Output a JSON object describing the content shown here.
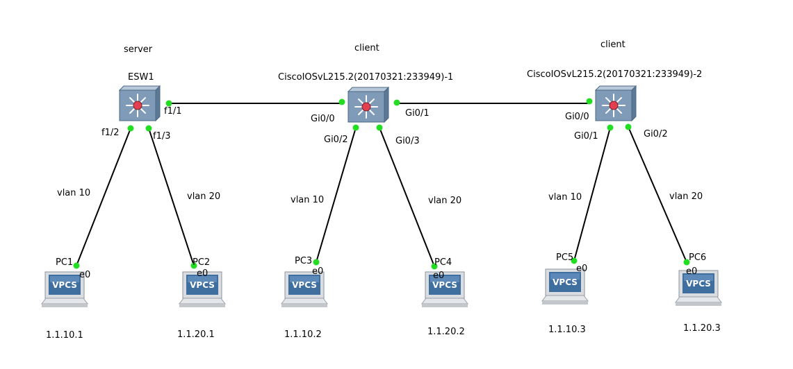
{
  "switches": [
    {
      "id": "sw1",
      "role": "server",
      "name": "ESW1"
    },
    {
      "id": "sw2",
      "role": "client",
      "name": "CiscoIOSvL215.2(20170321:233949)-1"
    },
    {
      "id": "sw3",
      "role": "client",
      "name": "CiscoIOSvL215.2(20170321:233949)-2"
    }
  ],
  "pcs": [
    {
      "id": "pc1",
      "name": "PC1",
      "port": "e0",
      "ip": "1.1.10.1",
      "badge": "VPCS"
    },
    {
      "id": "pc2",
      "name": "PC2",
      "port": "e0",
      "ip": "1.1.20.1",
      "badge": "VPCS"
    },
    {
      "id": "pc3",
      "name": "PC3",
      "port": "e0",
      "ip": "1.1.10.2",
      "badge": "VPCS"
    },
    {
      "id": "pc4",
      "name": "PC4",
      "port": "e0",
      "ip": "1.1.20.2",
      "badge": "VPCS"
    },
    {
      "id": "pc5",
      "name": "PC5",
      "port": "e0",
      "ip": "1.1.10.3",
      "badge": "VPCS"
    },
    {
      "id": "pc6",
      "name": "PC6",
      "port": "e0",
      "ip": "1.1.20.3",
      "badge": "VPCS"
    }
  ],
  "trunks": [
    {
      "from": "sw1",
      "from_port": "f1/1",
      "to": "sw2",
      "to_port": "Gi0/0"
    },
    {
      "from": "sw2",
      "from_port": "Gi0/1",
      "to": "sw3",
      "to_port": "Gi0/0"
    }
  ],
  "access_links": [
    {
      "switch": "sw1",
      "switch_port": "f1/2",
      "pc": "pc1",
      "vlan": "vlan 10"
    },
    {
      "switch": "sw1",
      "switch_port": "f1/3",
      "pc": "pc2",
      "vlan": "vlan 20"
    },
    {
      "switch": "sw2",
      "switch_port": "Gi0/2",
      "pc": "pc3",
      "vlan": "vlan 10"
    },
    {
      "switch": "sw2",
      "switch_port": "Gi0/3",
      "pc": "pc4",
      "vlan": "vlan 20"
    },
    {
      "switch": "sw3",
      "switch_port": "Gi0/1",
      "pc": "pc5",
      "vlan": "vlan 10"
    },
    {
      "switch": "sw3",
      "switch_port": "Gi0/2",
      "pc": "pc6",
      "vlan": "vlan 20"
    }
  ],
  "colors": {
    "link": "#000000",
    "port_dot": "#22dd22",
    "switch_body": "#7f9bb8",
    "switch_top": "#a9bfd3",
    "switch_side": "#5b7896",
    "switch_core": "#e0404f",
    "vpcs_screen": "#3f6f9f",
    "vpcs_text": "#ffffff"
  }
}
